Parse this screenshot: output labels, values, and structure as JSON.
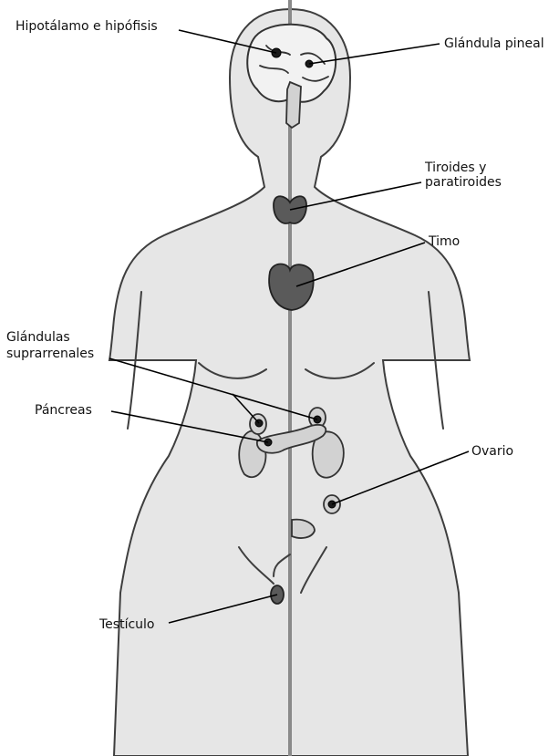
{
  "labels": {
    "hipotalamo": "Hipotálamo e hipófisis",
    "pineal": "Glándula pineal",
    "tiroides_1": "Tiroides y",
    "tiroides_2": "paratiroides",
    "timo": "Timo",
    "suprarrenales_1": "Glándulas",
    "suprarrenales_2": "suprarrenales",
    "pancreas": "Páncreas",
    "ovario": "Ovario",
    "testiculo": "Testículo"
  }
}
